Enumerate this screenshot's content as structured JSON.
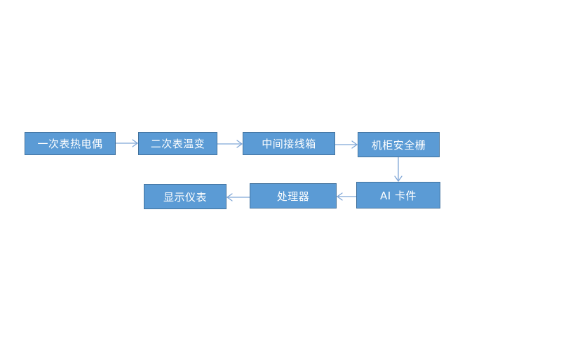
{
  "diagram": {
    "nodes": [
      {
        "id": "n1",
        "label": "一次表热电偶"
      },
      {
        "id": "n2",
        "label": "二次表温变"
      },
      {
        "id": "n3",
        "label": "中间接线箱"
      },
      {
        "id": "n4",
        "label": "机柜安全栅"
      },
      {
        "id": "n5",
        "label": "AI 卡件"
      },
      {
        "id": "n6",
        "label": "处理器"
      },
      {
        "id": "n7",
        "label": "显示仪表"
      }
    ],
    "edges": [
      {
        "from": "n1",
        "to": "n2"
      },
      {
        "from": "n2",
        "to": "n3"
      },
      {
        "from": "n3",
        "to": "n4"
      },
      {
        "from": "n4",
        "to": "n5"
      },
      {
        "from": "n5",
        "to": "n6"
      },
      {
        "from": "n6",
        "to": "n7"
      }
    ],
    "colors": {
      "node_fill": "#5b9bd5",
      "node_border": "#41719c",
      "node_text": "#ffffff",
      "arrow": "#7fa6d6"
    }
  }
}
